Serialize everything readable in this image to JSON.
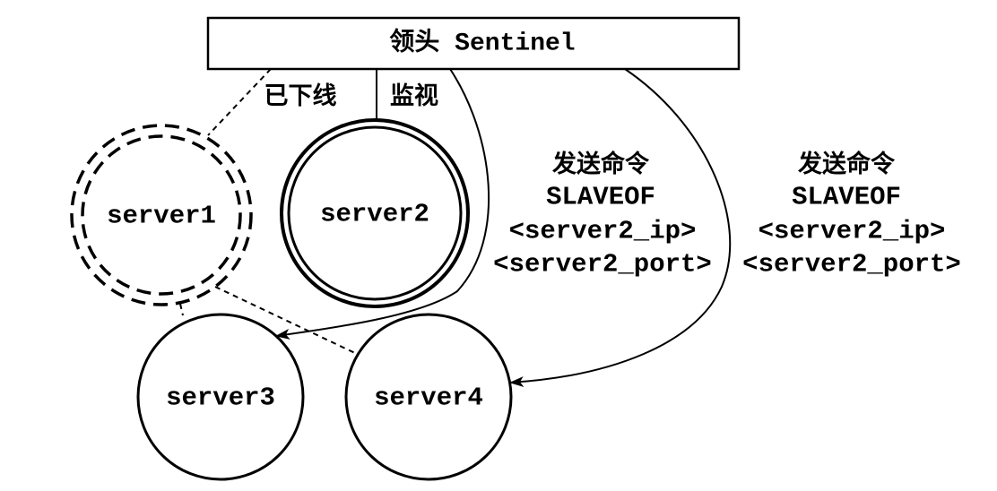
{
  "leader": {
    "label": "领头 Sentinel"
  },
  "edge_labels": {
    "offline": "已下线",
    "monitor": "监视"
  },
  "servers": [
    {
      "label": "server1"
    },
    {
      "label": "server2"
    },
    {
      "label": "server3"
    },
    {
      "label": "server4"
    }
  ],
  "commands": [
    {
      "heading": "发送命令",
      "command": "SLAVEOF",
      "ip_arg": "<server2_ip>",
      "port_arg": "<server2_port>"
    },
    {
      "heading": "发送命令",
      "command": "SLAVEOF",
      "ip_arg": "<server2_ip>",
      "port_arg": "<server2_port>"
    }
  ]
}
